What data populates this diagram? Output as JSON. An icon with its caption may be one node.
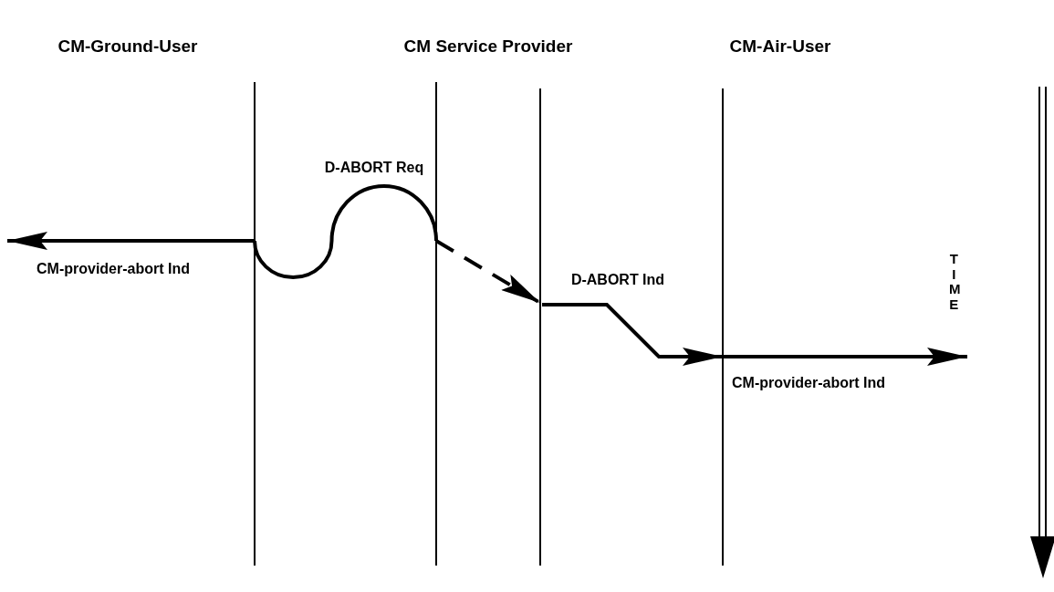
{
  "diagram": {
    "nodes": [
      {
        "text": [],
        "shape": "line"
      },
      {
        "text": [],
        "shape": "line"
      },
      {
        "text": [],
        "shape": "line"
      },
      {
        "text": [],
        "shape": "line"
      }
    ],
    "edges": [
      {
        "from": 0,
        "to": null,
        "arrow": "to",
        "label": "CM-provider-abort Ind"
      },
      {
        "from": 0,
        "to": 1,
        "arrow": "none",
        "label": "D-ABORT Req"
      },
      {
        "from": 1,
        "to": 2,
        "arrow": "to",
        "style": "dashed"
      },
      {
        "from": 2,
        "to": 3,
        "arrow": "to",
        "label": "D-ABORT Ind"
      },
      {
        "from": 3,
        "to": null,
        "arrow": "to",
        "label": "CM-provider-abort Ind"
      }
    ],
    "labels": [
      "CM-Ground-User",
      "CM Service Provider",
      "CM-Air-User",
      "TIME"
    ]
  }
}
